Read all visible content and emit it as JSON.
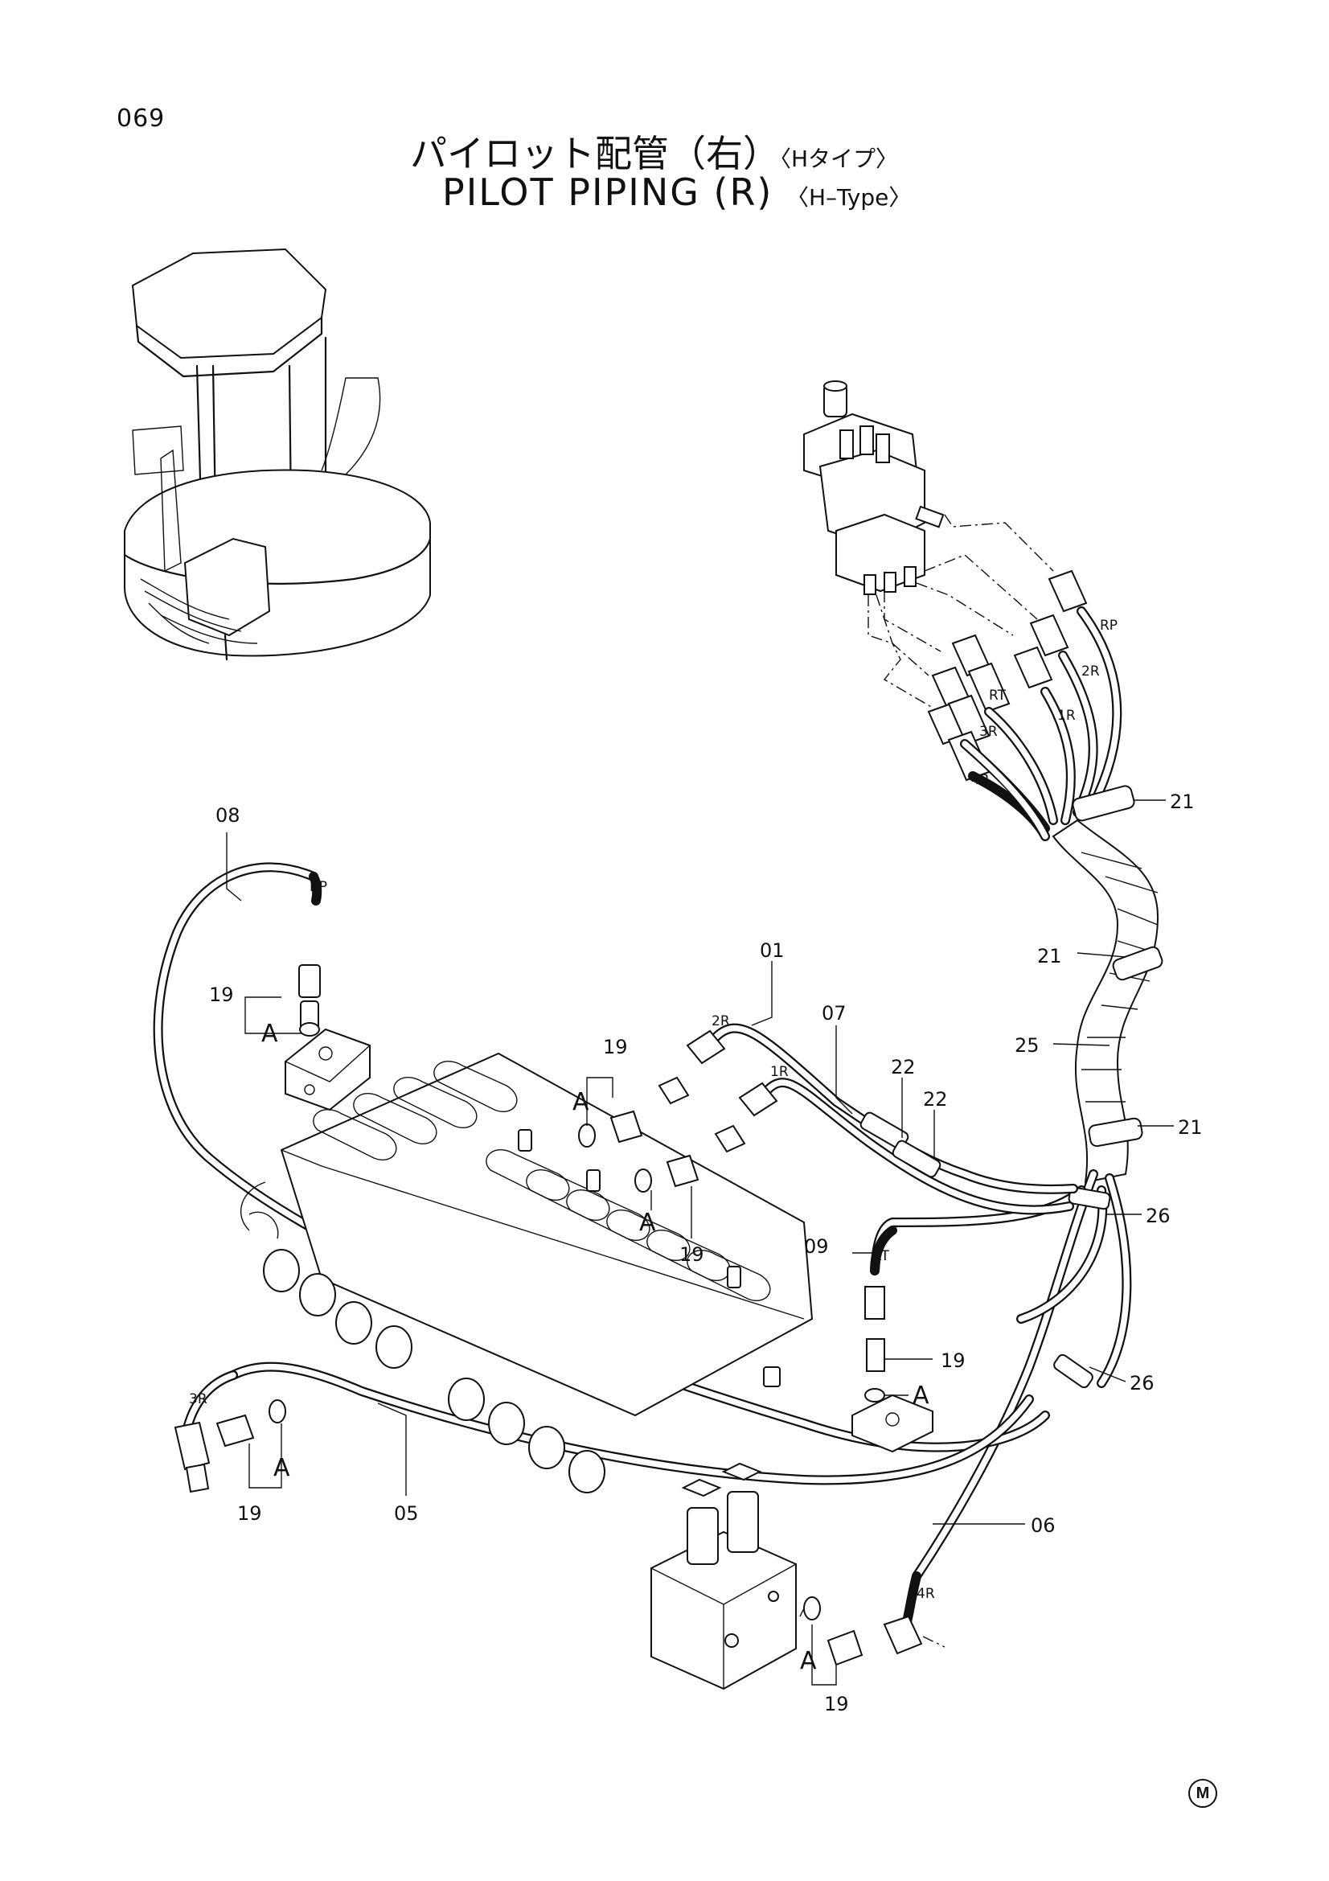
{
  "page_number": "069",
  "title_ja": "パイロット配管（右）",
  "title_ja_tag": "〈Hタイプ〉",
  "title_en": "PILOT PIPING (R)",
  "title_en_tag": "〈H–Type〉",
  "callouts": {
    "c01": "01",
    "c05": "05",
    "c06": "06",
    "c07": "07",
    "c08": "08",
    "c09": "09",
    "c19": "19",
    "c21": "21",
    "c22": "22",
    "c25": "25",
    "c26": "26",
    "detail": "A"
  },
  "port_labels": {
    "rp": "RP",
    "rt": "RT",
    "p1r": "1R",
    "p2r": "2R",
    "p3r": "3R",
    "p4r": "4R"
  },
  "corner_mark": "M"
}
